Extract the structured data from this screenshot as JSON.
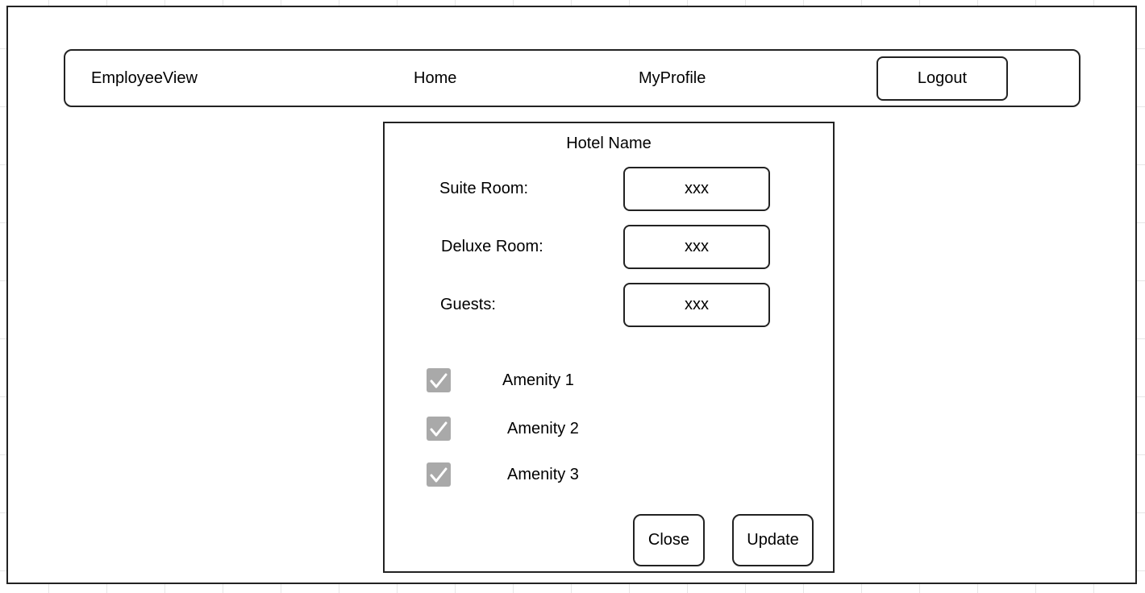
{
  "navbar": {
    "brand": "EmployeeView",
    "links": [
      {
        "label": "Home"
      },
      {
        "label": "MyProfile"
      }
    ],
    "logout_label": "Logout"
  },
  "dialog": {
    "title": "Hotel Name",
    "fields": [
      {
        "label": "Suite Room:",
        "value": "xxx"
      },
      {
        "label": "Deluxe Room:",
        "value": "xxx"
      },
      {
        "label": "Guests:",
        "value": "xxx"
      }
    ],
    "amenities": [
      {
        "label": "Amenity 1",
        "checked": true
      },
      {
        "label": "Amenity 2",
        "checked": true
      },
      {
        "label": "Amenity 3",
        "checked": true
      }
    ],
    "close_label": "Close",
    "update_label": "Update"
  },
  "icons": {
    "checkbox": "checkmark-icon"
  },
  "colors": {
    "border": "#222222",
    "checkbox_fill": "#a9a9a9",
    "checkmark": "#ffffff",
    "grid": "#e6e6e6"
  }
}
